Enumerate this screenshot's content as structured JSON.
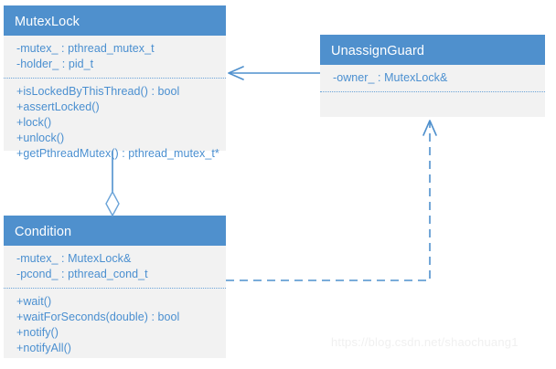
{
  "diagram": {
    "type": "uml-class-diagram",
    "colors": {
      "header_fill": "#4f90cd",
      "body_fill": "#f2f2f2",
      "text": "#4a8fd0",
      "header_text": "#ffffff",
      "connector": "#4f90cd",
      "watermark_text": "#f0f0f0"
    },
    "classes": [
      {
        "id": "mutexlock",
        "name": "MutexLock",
        "attributes": [
          "-mutex_ : pthread_mutex_t",
          "-holder_ : pid_t"
        ],
        "operations": [
          "+isLockedByThisThread() : bool",
          "+assertLocked()",
          "+lock()",
          "+unlock()",
          "+getPthreadMutex() : pthread_mutex_t*"
        ]
      },
      {
        "id": "condition",
        "name": "Condition",
        "attributes": [
          "-mutex_ : MutexLock&",
          "-pcond_ : pthread_cond_t"
        ],
        "operations": [
          "+wait()",
          "+waitForSeconds(double) : bool",
          "+notify()",
          "+notifyAll()"
        ]
      },
      {
        "id": "unassignguard",
        "name": "UnassignGuard",
        "attributes": [
          "-owner_ : MutexLock&"
        ],
        "operations": []
      }
    ],
    "relationships": [
      {
        "id": "aggregation-condition-mutexlock",
        "kind": "aggregation",
        "from": "Condition",
        "to": "MutexLock",
        "line": "solid",
        "source_decoration": "hollow-diamond"
      },
      {
        "id": "association-unassignguard-mutexlock",
        "kind": "association",
        "from": "UnassignGuard",
        "to": "MutexLock",
        "line": "solid",
        "target_decoration": "open-arrow"
      },
      {
        "id": "dependency-condition-unassignguard",
        "kind": "dependency",
        "from": "Condition",
        "to": "UnassignGuard",
        "line": "dashed",
        "target_decoration": "open-arrow"
      }
    ]
  },
  "watermark": {
    "text": "https://blog.csdn.net/shaochuang1"
  }
}
